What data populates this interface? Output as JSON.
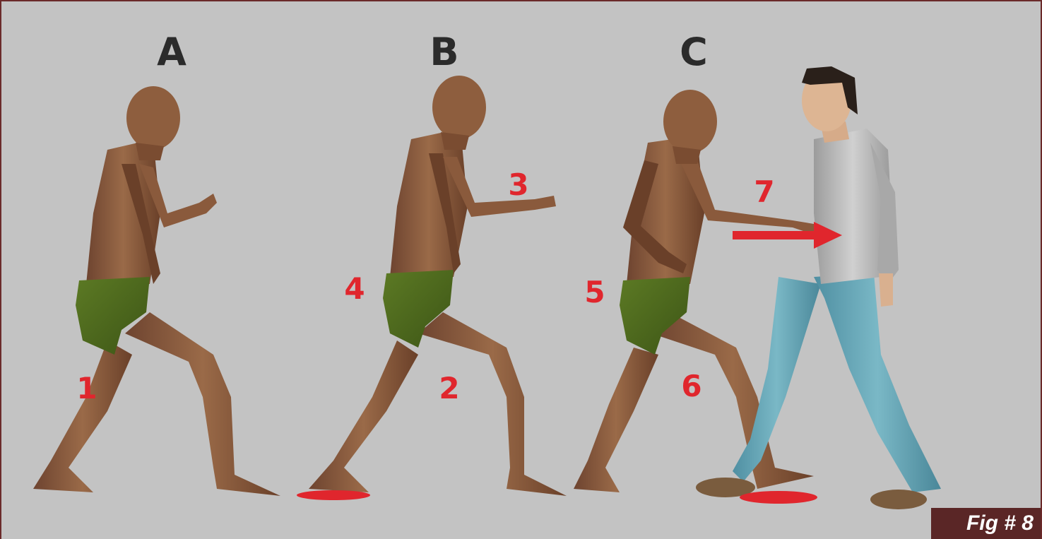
{
  "panels": [
    {
      "label": "A"
    },
    {
      "label": "B"
    },
    {
      "label": "C"
    }
  ],
  "numbers": [
    "1",
    "2",
    "3",
    "4",
    "5",
    "6",
    "7"
  ],
  "figure_tag": "Fig # 8",
  "colors": {
    "background": "#c3c3c3",
    "frame": "#6b2a2a",
    "marker_red": "#e0262d",
    "skin": "#8a5a3c",
    "shorts": "#4f6b1e",
    "shirt": "#b5b5b5",
    "jeans": "#5e9fb0",
    "badge": "#5a2626"
  }
}
